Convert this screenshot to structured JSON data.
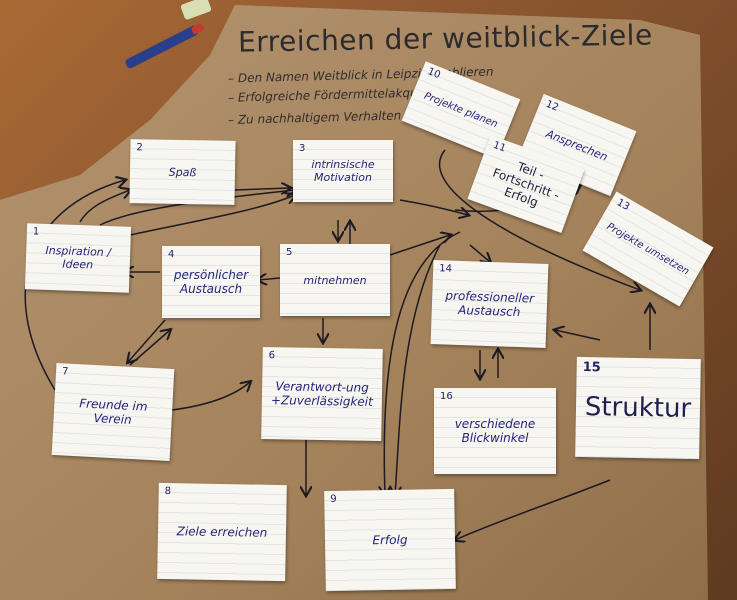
{
  "title": "Erreichen der weitblick-Ziele",
  "bullets": [
    "– Den Namen Weitblick in Leipzig etablieren",
    "– Erfolgreiche Fördermittelakquise",
    "– Zu nachhaltigem Verhalten anregen"
  ],
  "cards": [
    {
      "num": "1",
      "text": "Inspiration / Ideen"
    },
    {
      "num": "2",
      "text": "Spaß"
    },
    {
      "num": "3",
      "text": "intrinsische Motivation"
    },
    {
      "num": "4",
      "text": "persönlicher Austausch"
    },
    {
      "num": "5",
      "text": "mitnehmen"
    },
    {
      "num": "6",
      "text": "Verantwort-ung +Zuverlässigkeit"
    },
    {
      "num": "7",
      "text": "Freunde im Verein"
    },
    {
      "num": "8",
      "text": "Ziele erreichen"
    },
    {
      "num": "9",
      "text": "Erfolg"
    },
    {
      "num": "10",
      "text": "Projekte planen"
    },
    {
      "num": "11",
      "text": "Teil - Fortschritt - Erfolg"
    },
    {
      "num": "12",
      "text": "Ansprechen"
    },
    {
      "num": "13",
      "text": "Projekte umsetzen"
    },
    {
      "num": "14",
      "text": "professioneller Austausch"
    },
    {
      "num": "15",
      "text": "Struktur"
    },
    {
      "num": "16",
      "text": "verschiedene Blickwinkel"
    }
  ],
  "colors": {
    "table": "#6b4424",
    "paper": "#a88660",
    "card": "#f7f6f1",
    "ink": "#24247a",
    "pen_body": "#2a3f8a"
  }
}
